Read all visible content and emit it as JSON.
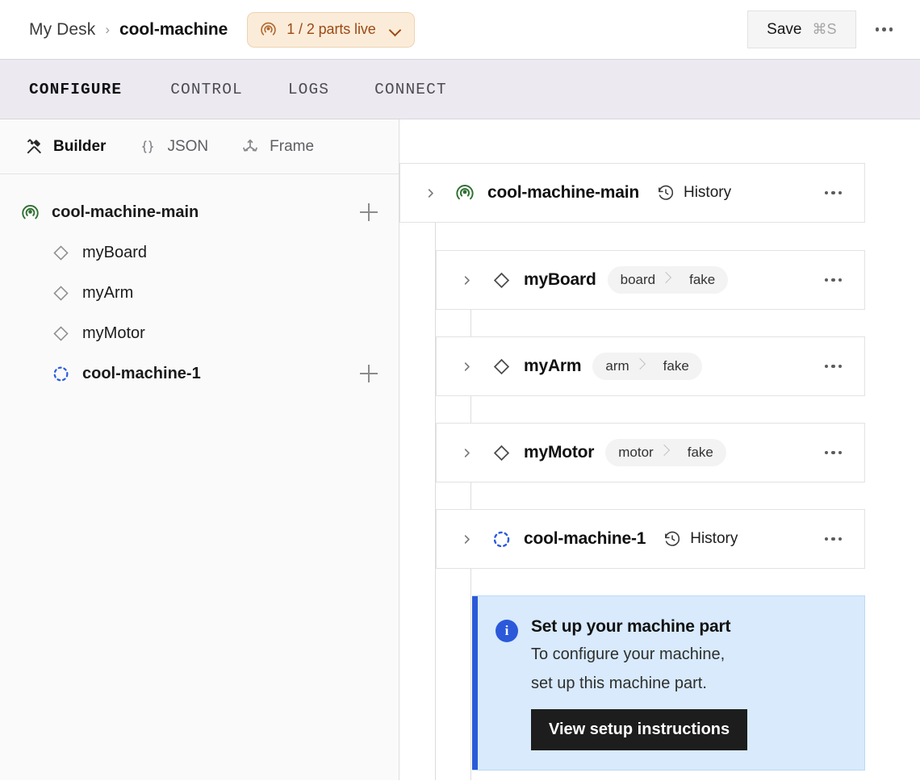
{
  "header": {
    "breadcrumb": {
      "root": "My Desk",
      "separator": "›",
      "current": "cool-machine"
    },
    "status_badge": {
      "icon": "broadcast-icon",
      "label": "1 / 2 parts live",
      "caret": "chevron-down-icon",
      "bg_color": "#fbecd9",
      "border_color": "#edd3b2",
      "text_color": "#9c4a16"
    },
    "save_button": {
      "label": "Save",
      "shortcut": "⌘S"
    },
    "overflow_menu": "kebab-icon"
  },
  "tabs": [
    {
      "label": "CONFIGURE",
      "active": true
    },
    {
      "label": "CONTROL",
      "active": false
    },
    {
      "label": "LOGS",
      "active": false
    },
    {
      "label": "CONNECT",
      "active": false
    }
  ],
  "sidebar": {
    "tools": [
      {
        "label": "Builder",
        "icon": "tools-icon",
        "active": true
      },
      {
        "label": "JSON",
        "icon": "braces-icon",
        "active": false
      },
      {
        "label": "Frame",
        "icon": "frame-axes-icon",
        "active": false
      }
    ],
    "tree": [
      {
        "label": "cool-machine-main",
        "icon": "broadcast-icon",
        "icon_color": "#2e7031",
        "level": 0,
        "bold": true,
        "add": "plus-icon"
      },
      {
        "label": "myBoard",
        "icon": "diamond-icon",
        "icon_color": "#8d8d8d",
        "level": 1,
        "bold": false
      },
      {
        "label": "myArm",
        "icon": "diamond-icon",
        "icon_color": "#8d8d8d",
        "level": 1,
        "bold": false
      },
      {
        "label": "myMotor",
        "icon": "diamond-icon",
        "icon_color": "#8d8d8d",
        "level": 1,
        "bold": false
      },
      {
        "label": "cool-machine-1",
        "icon": "dashed-circle-icon",
        "icon_color": "#2c5be0",
        "level": 1,
        "bold": true,
        "add": "plus-icon"
      }
    ]
  },
  "main": {
    "cards": [
      {
        "name": "cool-machine-main",
        "icon": "broadcast-icon",
        "icon_color": "#2e7031",
        "level": 0,
        "caret": "chevron-right-icon",
        "history_label": "History",
        "has_history": true,
        "has_type": false
      },
      {
        "name": "myBoard",
        "icon": "diamond-icon",
        "icon_color": "#4d4d4d",
        "level": 1,
        "caret": "chevron-right-icon",
        "has_history": false,
        "has_type": true,
        "type": "board",
        "model": "fake"
      },
      {
        "name": "myArm",
        "icon": "diamond-icon",
        "icon_color": "#4d4d4d",
        "level": 1,
        "caret": "chevron-right-icon",
        "has_history": false,
        "has_type": true,
        "type": "arm",
        "model": "fake"
      },
      {
        "name": "myMotor",
        "icon": "diamond-icon",
        "icon_color": "#4d4d4d",
        "level": 1,
        "caret": "chevron-right-icon",
        "has_history": false,
        "has_type": true,
        "type": "motor",
        "model": "fake"
      },
      {
        "name": "cool-machine-1",
        "icon": "dashed-circle-icon",
        "icon_color": "#2c5be0",
        "level": 1,
        "caret": "chevron-right-icon",
        "history_label": "History",
        "has_history": true,
        "has_type": false
      }
    ],
    "callout": {
      "icon": "info-icon",
      "title": "Set up your machine part",
      "line1": "To configure your machine,",
      "line2": "set up this machine part.",
      "button_label": "View setup instructions",
      "accent_color": "#2b59d9",
      "bg_color": "#d8eafc"
    }
  }
}
